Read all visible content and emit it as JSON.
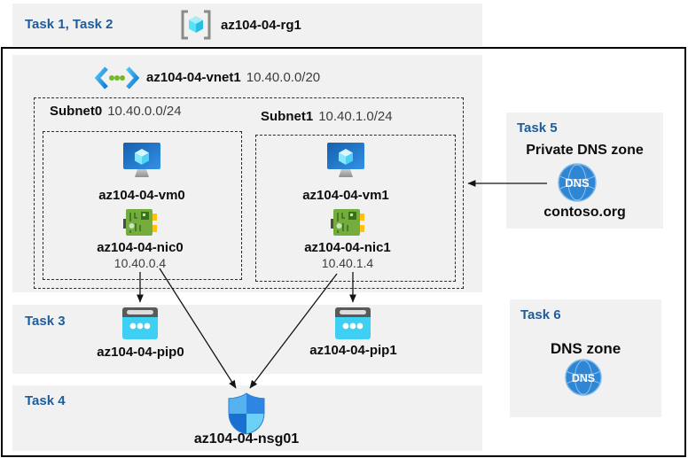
{
  "palette": {
    "task_label_color": "#1f5c99",
    "band_bg": "#f1f1f1",
    "arrow_color": "#141414",
    "dns_blue": "#2e86d4",
    "pip_cyan": "#3fcff2",
    "nic_green": "#74ac3d",
    "vm_blue": "#1d6fc9"
  },
  "top_band": {
    "task_label": "Task 1, Task 2",
    "resource_group_name": "az104-04-rg1"
  },
  "vnet": {
    "name": "az104-04-vnet1",
    "cidr": "10.40.0.0/20"
  },
  "subnets": [
    {
      "name": "Subnet0",
      "cidr": "10.40.0.0/24",
      "vm_name": "az104-04-vm0",
      "nic_name": "az104-04-nic0",
      "nic_ip": "10.40.0.4"
    },
    {
      "name": "Subnet1",
      "cidr": "10.40.1.0/24",
      "vm_name": "az104-04-vm1",
      "nic_name": "az104-04-nic1",
      "nic_ip": "10.40.1.4"
    }
  ],
  "task3": {
    "task_label": "Task 3",
    "pip0_name": "az104-04-pip0",
    "pip1_name": "az104-04-pip1"
  },
  "task4": {
    "task_label": "Task 4",
    "nsg_name": "az104-04-nsg01"
  },
  "task5": {
    "task_label": "Task 5",
    "title": "Private DNS zone",
    "zone_name": "contoso.org",
    "dns_label": "DNS"
  },
  "task6": {
    "task_label": "Task 6",
    "title": "DNS zone",
    "dns_label": "DNS"
  }
}
